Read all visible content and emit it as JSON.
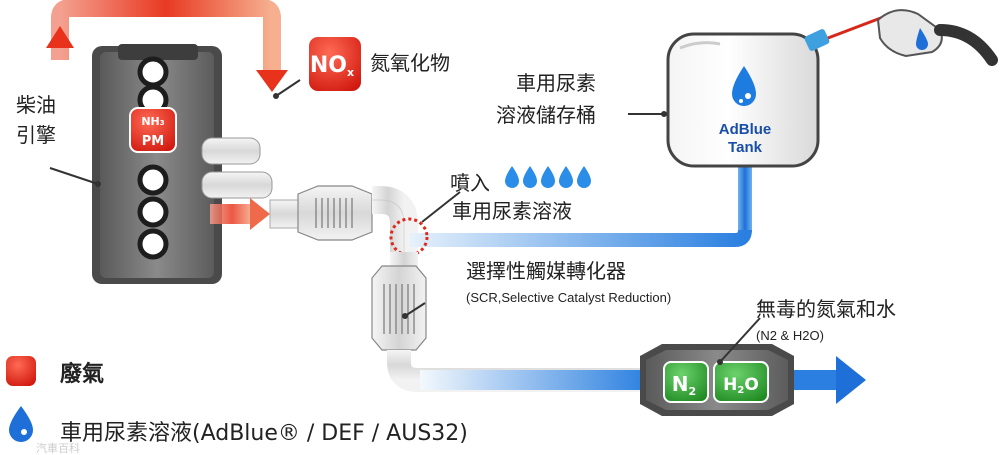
{
  "labels": {
    "engine": [
      "柴油",
      "引擎"
    ],
    "nox": "氮氧化物",
    "tank_desc": [
      "車用尿素",
      "溶液儲存桶"
    ],
    "tank_name": [
      "AdBlue",
      "Tank"
    ],
    "inject": [
      "噴入",
      "車用尿素溶液"
    ],
    "scr_zh": "選擇性觸媒轉化器",
    "scr_en": "(SCR,Selective Catalyst Reduction)",
    "output_zh": "無毒的氮氣和水",
    "output_en": "(N2 & H2O)",
    "legend_exhaust": "廢氣",
    "legend_def": "車用尿素溶液(AdBlue® / DEF / AUS32)",
    "watermark": "汽車百科"
  },
  "badges": {
    "nox": {
      "main": "NO",
      "sub": "x"
    },
    "nh3": {
      "main": "NH",
      "sub": "3"
    },
    "pm": "PM",
    "n2": {
      "main": "N",
      "sub": "2"
    },
    "h2o": {
      "a": "H",
      "sub": "2",
      "b": "O"
    }
  },
  "colors": {
    "exhaust": "#e8261a",
    "def_blue": "#1e6fd8",
    "badge_green": "#2e9a2e",
    "label_blue": "#1a4fa8"
  }
}
